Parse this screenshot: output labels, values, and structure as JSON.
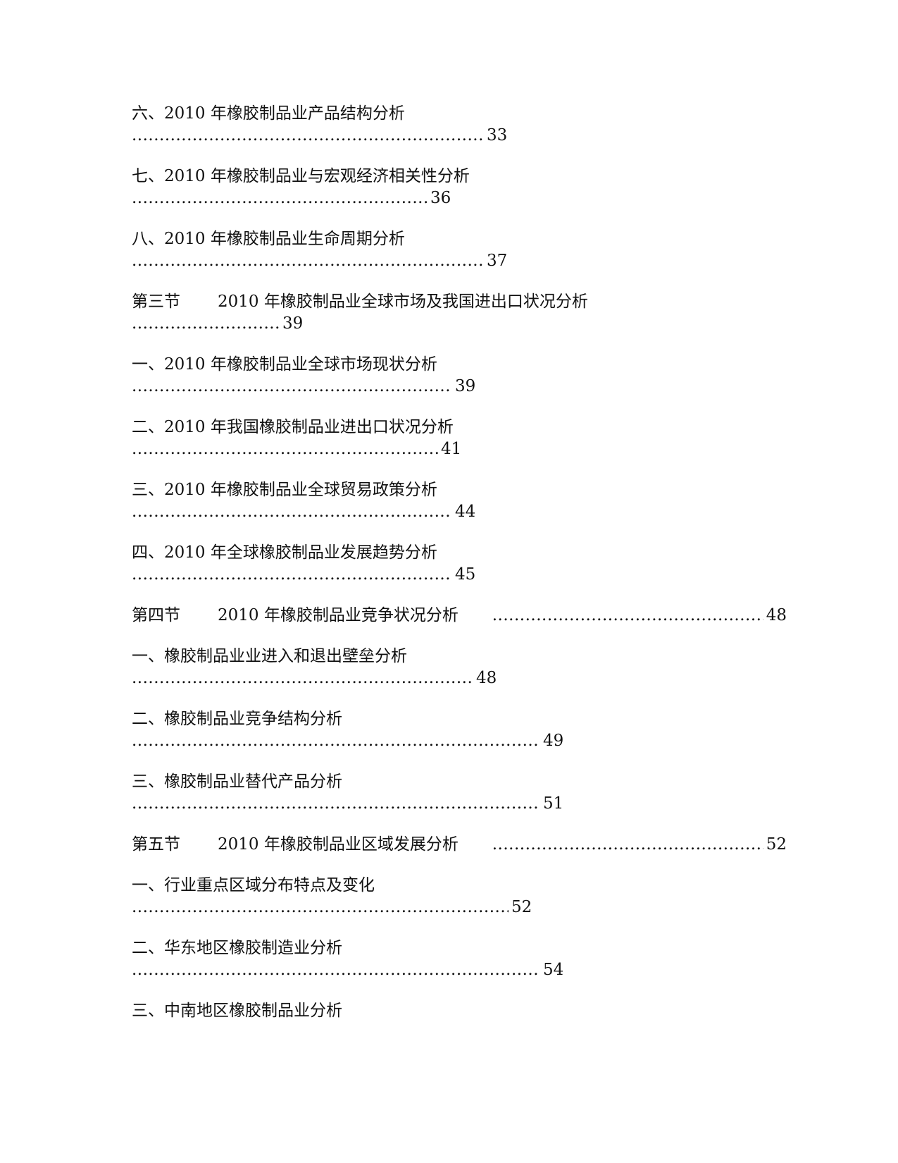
{
  "toc": {
    "entries": [
      {
        "title": "六、2010 年橡胶制品业产品结构分析",
        "page": "33",
        "dots_width": 500
      },
      {
        "title": "七、2010 年橡胶制品业与宏观经济相关性分析",
        "page": "36",
        "dots_width": 420
      },
      {
        "title": "八、2010 年橡胶制品业生命周期分析",
        "page": "37",
        "dots_width": 500
      },
      {
        "section_label": "第三节",
        "title": "2010 年橡胶制品业全球市场及我国进出口状况分析",
        "page": "39",
        "dots_width": 210
      },
      {
        "title": "一、2010 年橡胶制品业全球市场现状分析",
        "page": "39",
        "dots_width": 455
      },
      {
        "title": "二、2010 年我国橡胶制品业进出口状况分析",
        "page": "41",
        "dots_width": 435
      },
      {
        "title": "三、2010 年橡胶制品业全球贸易政策分析",
        "page": "44",
        "dots_width": 455
      },
      {
        "title": "四、2010 年全球橡胶制品业发展趋势分析",
        "page": "45",
        "dots_width": 455
      },
      {
        "section_label": "第四节",
        "title": "2010 年橡胶制品业竞争状况分析",
        "page": "48"
      },
      {
        "title": "一、橡胶制品业业进入和退出壁垒分析",
        "page": "48",
        "dots_width": 485
      },
      {
        "title": "二、橡胶制品业竞争结构分析",
        "page": "49",
        "dots_width": 580
      },
      {
        "title": "三、橡胶制品业替代产品分析",
        "page": "51",
        "dots_width": 580
      },
      {
        "section_label": "第五节",
        "title": "2010 年橡胶制品业区域发展分析",
        "page": "52"
      },
      {
        "title": "一、行业重点区域分布特点及变化",
        "page": "52",
        "dots_width": 535
      },
      {
        "title": "二、华东地区橡胶制造业分析",
        "page": "54",
        "dots_width": 580
      },
      {
        "title": "三、中南地区橡胶制品业分析"
      }
    ]
  }
}
